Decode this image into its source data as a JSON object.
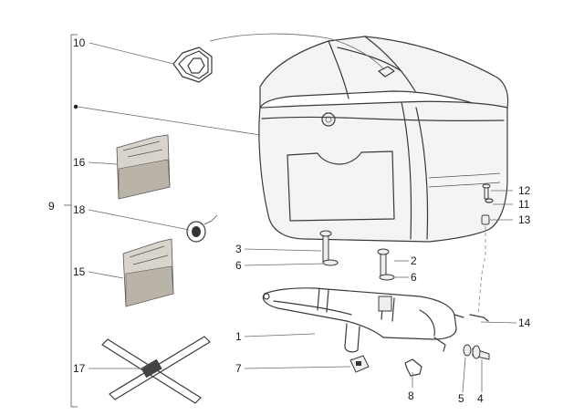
{
  "callouts": {
    "n1": "1",
    "n2": "2",
    "n3": "3",
    "n4": "4",
    "n5": "5",
    "n6a": "6",
    "n6b": "6",
    "n7": "7",
    "n8": "8",
    "n9": "9",
    "n10": "10",
    "n11": "11",
    "n12": "12",
    "n13": "13",
    "n14": "14",
    "n15": "15",
    "n16": "16",
    "n17": "17",
    "n18": "18"
  },
  "parts": [
    "top-case",
    "logo-badge",
    "lock-cylinder",
    "mounting-rack",
    "bolt",
    "washer",
    "nut-clip",
    "spring-clip",
    "reflector-plug",
    "screw",
    "sealing-bag",
    "adhesive-strips"
  ],
  "colors": {
    "line": "#3a3a3a",
    "background": "#ffffff",
    "bag_fill": "#d8d4cc"
  }
}
